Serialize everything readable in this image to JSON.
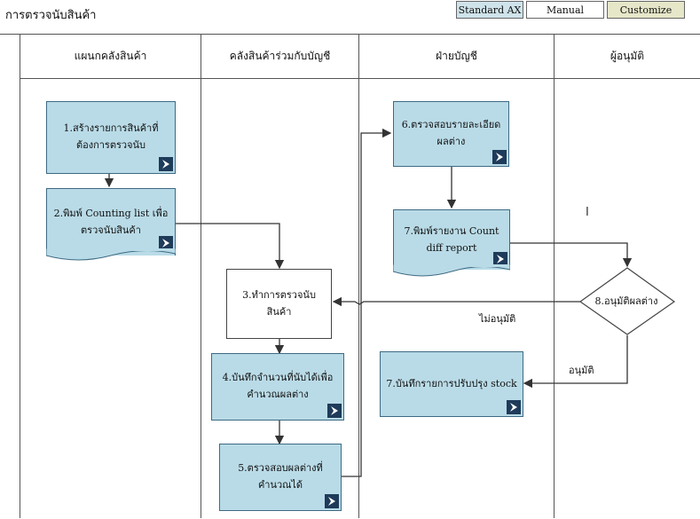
{
  "title": "การตรวจนับสินค้า",
  "legend": {
    "standard": "Standard AX",
    "manual": "Manual",
    "customize": "Customize",
    "standard_color": "#cfe3ea",
    "customize_color": "#e6e7c9"
  },
  "lanes": [
    "แผนกคลังสินค้า",
    "คลังสินค้าร่วมกับบัญชี",
    "ฝ่ายบัญชี",
    "ผู้อนุมัติ"
  ],
  "steps": {
    "s1": "1.สร้างรายการสินค้าที่ต้องการตรวจนับ",
    "s2": "2.พิมพ์ Counting list เพื่อตรวจนับสินค้า",
    "s3": "3.ทำการตรวจนับสินค้า",
    "s4": "4.บันทึกจำนวนที่นับได้เพื่อคำนวณผลต่าง",
    "s5": "5.ตรวจสอบผลต่างที่คำนวณได้",
    "s6": "6.ตรวจสอบรายละเอียดผลต่าง",
    "s7": "7.พิมพ์รายงาน Count diff report",
    "s7b": "7.บันทึกรายการปรับปรุง stock",
    "s8": "8.อนุมัติผลต่าง"
  },
  "edges": {
    "reject": "ไม่อนุมัติ",
    "approve": "อนุมัติ"
  }
}
